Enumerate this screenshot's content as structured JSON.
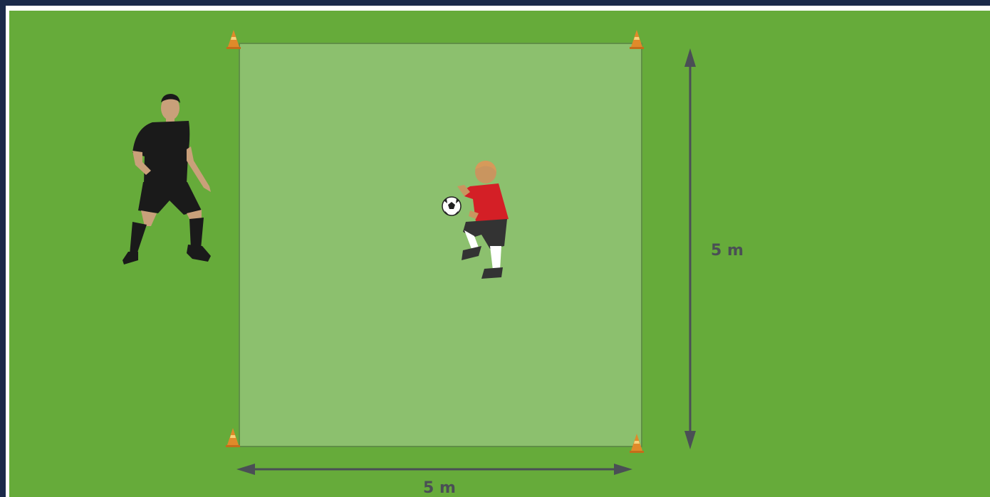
{
  "diagram": {
    "labels": {
      "width": "5 m",
      "height": "5 m"
    },
    "colors": {
      "pitch": "#66ab3a",
      "square": "#8cc06e",
      "square_border": "#5f8f46",
      "arrow": "#4a4f55",
      "cone": "#e08a2a",
      "coach": "#1a1a1a",
      "player_shirt": "#d41f26"
    },
    "elements": {
      "cones": [
        "cone",
        "cone",
        "cone",
        "cone"
      ],
      "coach_icon": "coach-silhouette",
      "player_icon": "player-juggling",
      "ball_icon": "soccer-ball"
    }
  }
}
